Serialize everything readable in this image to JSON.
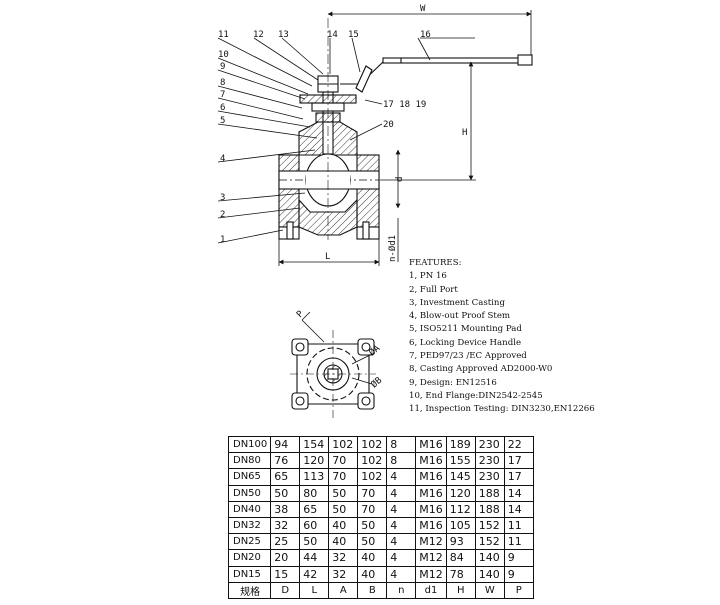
{
  "drawing": {
    "part_numbers": [
      "1",
      "2",
      "3",
      "4",
      "5",
      "6",
      "7",
      "8",
      "9",
      "10",
      "11",
      "12",
      "13",
      "14",
      "15",
      "16",
      "17 18 19",
      "20"
    ],
    "dimension_labels": {
      "W": "W",
      "H": "H",
      "L": "L",
      "d": "d",
      "nd1": "n-Ød1",
      "P": "P",
      "A": "ØA",
      "B": "ØB"
    }
  },
  "features": {
    "title": "FEATURES:",
    "items": [
      "1, PN 16",
      "2, Full Port",
      "3, Investment Casting",
      "4, Blow-out  Proof  Stem",
      "5, ISO5211  Mounting Pad",
      "6, Locking Device Handle",
      "7, PED97/23 /EC Approved",
      "8, Casting Approved AD2000-W0",
      "9, Design: EN12516",
      "10, End Flange:DIN2542-2545",
      "11, Inspection Testing: DIN3230,EN12266"
    ]
  },
  "table": {
    "header": [
      "规格",
      "D",
      "L",
      "A",
      "B",
      "n",
      "d1",
      "H",
      "W",
      "P"
    ],
    "rows": [
      [
        "DN100",
        "94",
        "154",
        "102",
        "102",
        "8",
        "M16",
        "189",
        "230",
        "22"
      ],
      [
        "DN80",
        "76",
        "120",
        "70",
        "102",
        "8",
        "M16",
        "155",
        "230",
        "17"
      ],
      [
        "DN65",
        "65",
        "113",
        "70",
        "102",
        "4",
        "M16",
        "145",
        "230",
        "17"
      ],
      [
        "DN50",
        "50",
        "80",
        "50",
        "70",
        "4",
        "M16",
        "120",
        "188",
        "14"
      ],
      [
        "DN40",
        "38",
        "65",
        "50",
        "70",
        "4",
        "M16",
        "112",
        "188",
        "14"
      ],
      [
        "DN32",
        "32",
        "60",
        "40",
        "50",
        "4",
        "M16",
        "105",
        "152",
        "11"
      ],
      [
        "DN25",
        "25",
        "50",
        "40",
        "50",
        "4",
        "M12",
        "93",
        "152",
        "11"
      ],
      [
        "DN20",
        "20",
        "44",
        "32",
        "40",
        "4",
        "M12",
        "84",
        "140",
        "9"
      ],
      [
        "DN15",
        "15",
        "42",
        "32",
        "40",
        "4",
        "M12",
        "78",
        "140",
        "9"
      ]
    ]
  }
}
